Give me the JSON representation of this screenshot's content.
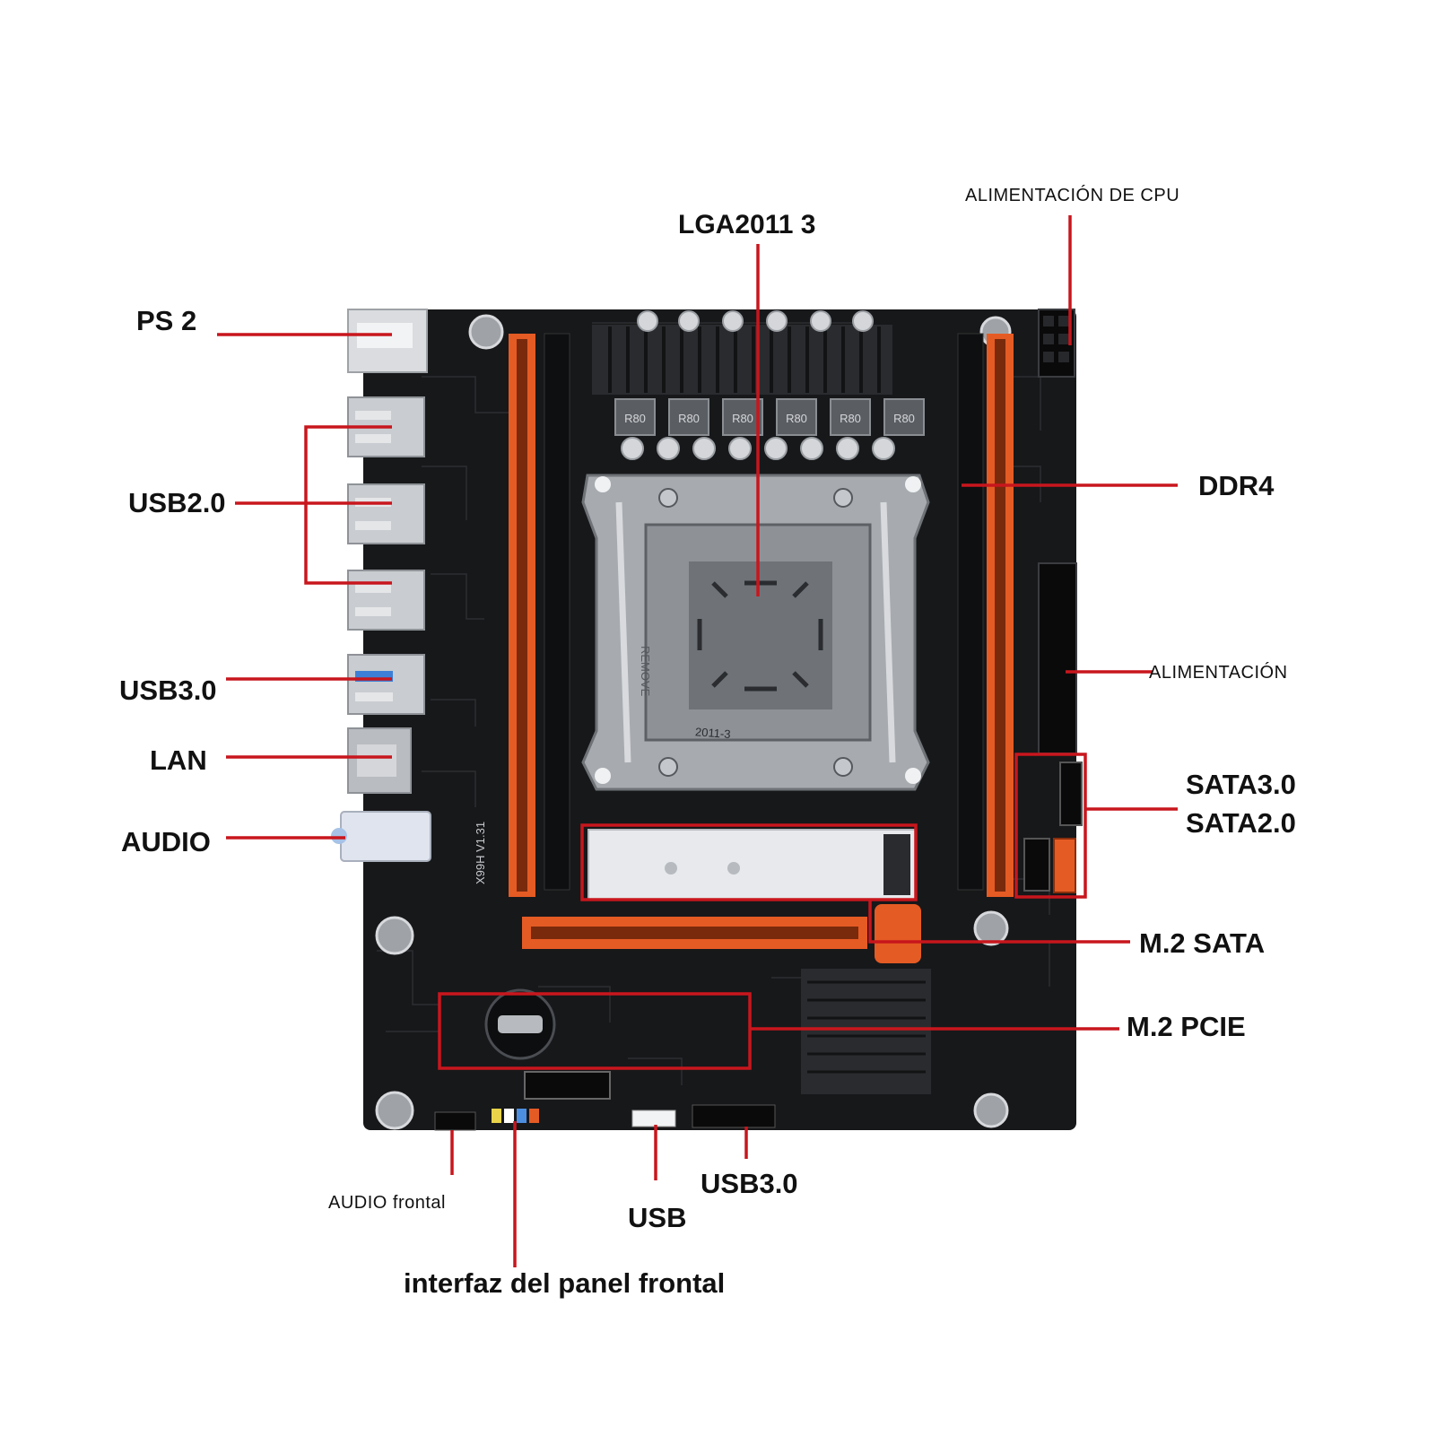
{
  "colors": {
    "background": "#ffffff",
    "leader_line": "#c8161d",
    "board": "#17181a",
    "slot_orange": "#e55b24",
    "heatsink": "#2a2b2e",
    "metal": "#a7abb0",
    "socket_plate": "#8e9297",
    "m2_card": "#e7e9ec",
    "port_metal": "#c9ccd0"
  },
  "labels": {
    "ps2": "PS 2",
    "usb20": "USB2.0",
    "usb30_rear": "USB3.0",
    "lan": "LAN",
    "audio": "AUDIO",
    "lga": "LGA2011 3",
    "cpu_power": "ALIMENTACIÓN DE CPU",
    "ddr4": "DDR4",
    "power": "ALIMENTACIÓN",
    "sata30": "SATA3.0",
    "sata20": "SATA2.0",
    "m2_sata": "M.2 SATA",
    "m2_pcie": "M.2 PCIE",
    "audio_front": "AUDIO frontal",
    "usb_front": "USB",
    "usb30_front": "USB3.0",
    "front_panel": "interfaz del panel frontal"
  },
  "board": {
    "vrm_marks": [
      "R80",
      "R80",
      "R80",
      "R80",
      "R80",
      "R80"
    ],
    "model": "X99H V1.31",
    "socket_text": "2011-3",
    "remove_text": "REMOVE"
  }
}
